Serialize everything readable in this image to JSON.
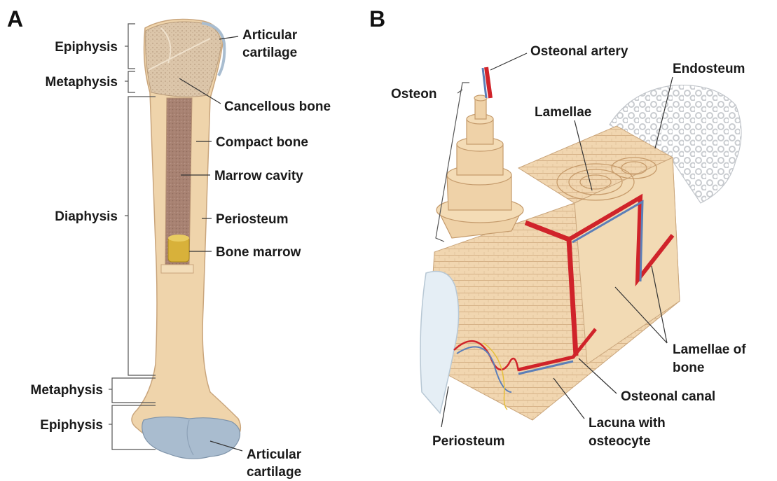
{
  "panels": {
    "a": "A",
    "b": "B"
  },
  "panel_a": {
    "epiphysis_top": "Epiphysis",
    "metaphysis_top": "Metaphysis",
    "diaphysis": "Diaphysis",
    "metaphysis_bottom": "Metaphysis",
    "epiphysis_bottom": "Epiphysis",
    "articular_top_1": "Articular",
    "articular_top_2": "cartilage",
    "cancellous": "Cancellous bone",
    "compact": "Compact bone",
    "marrow_cavity": "Marrow cavity",
    "periosteum": "Periosteum",
    "bone_marrow": "Bone marrow",
    "articular_bottom_1": "Articular",
    "articular_bottom_2": "cartilage"
  },
  "panel_b": {
    "osteonal_artery": "Osteonal artery",
    "endosteum": "Endosteum",
    "osteon": "Osteon",
    "lamellae": "Lamellae",
    "lamellae_of_bone_1": "Lamellae of",
    "lamellae_of_bone_2": "bone",
    "osteonal_canal": "Osteonal canal",
    "lacuna_1": "Lacuna with",
    "lacuna_2": "osteocyte",
    "periosteum": "Periosteum"
  },
  "colors": {
    "bone": "#edd2a8",
    "bone_shadow": "#d9b78a",
    "spongy": "#d8c2a6",
    "cavity": "#a67f70",
    "cartilage": "#a9bdd0",
    "marrow_plug": "#d9b238",
    "artery": "#d0232a",
    "vein": "#5c7fb8"
  }
}
